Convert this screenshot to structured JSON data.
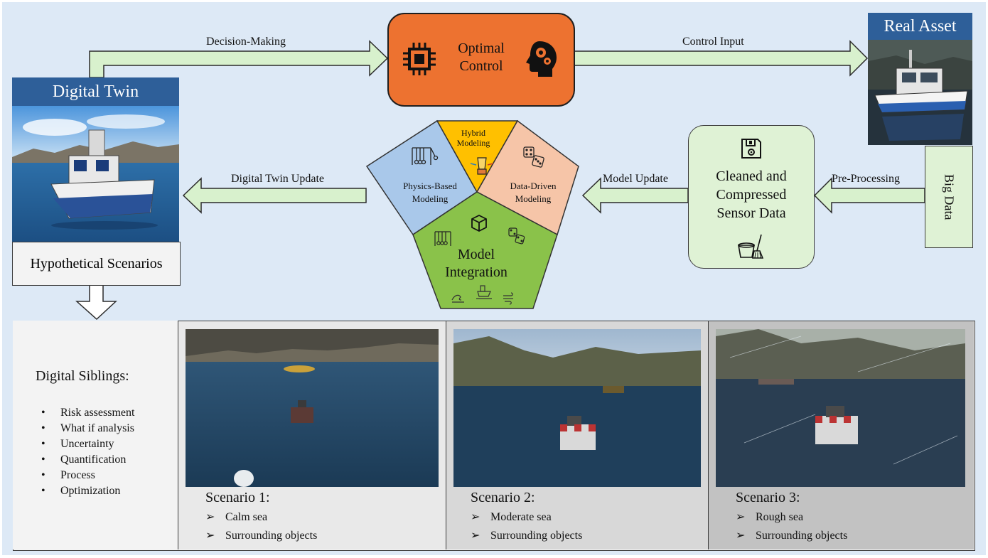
{
  "digital_twin": {
    "title": "Digital Twin"
  },
  "real_asset": {
    "title": "Real Asset"
  },
  "optimal_control": {
    "line1": "Optimal",
    "line2": "Control"
  },
  "arrows": {
    "decision_making": "Decision-Making",
    "control_input": "Control Input",
    "digital_twin_update": "Digital Twin Update",
    "model_update": "Model Update",
    "pre_processing": "Pre-Processing"
  },
  "pentagon": {
    "hybrid_line1": "Hybrid",
    "hybrid_line2": "Modeling",
    "physics_line1": "Physics-Based",
    "physics_line2": "Modeling",
    "data_line1": "Data-Driven",
    "data_line2": "Modeling",
    "integration_line1": "Model",
    "integration_line2": "Integration"
  },
  "sensor_data": {
    "line1": "Cleaned and",
    "line2": "Compressed",
    "line3": "Sensor Data"
  },
  "big_data": {
    "label": "Big Data"
  },
  "hypothetical": {
    "label": "Hypothetical Scenarios"
  },
  "digital_siblings": {
    "title": "Digital Siblings:",
    "items": [
      "Risk assessment",
      "What if analysis",
      "Uncertainty",
      "Quantification",
      "Process",
      "Optimization"
    ]
  },
  "scenarios": [
    {
      "title": "Scenario 1:",
      "items": [
        "Calm sea",
        "Surrounding objects"
      ]
    },
    {
      "title": "Scenario 2:",
      "items": [
        "Moderate sea",
        "Surrounding objects"
      ]
    },
    {
      "title": "Scenario 3:",
      "items": [
        "Rough sea",
        "Surrounding objects"
      ]
    }
  ],
  "bullet_glyph": "➢",
  "colors": {
    "background": "#dde9f6",
    "title_bar": "#2e5f99",
    "optimal_control": "#ed7230",
    "arrow_fill": "#d8f1cd",
    "sensor_box": "#dff2d5",
    "hybrid": "#ffc000",
    "physics": "#a9c8ea",
    "data_driven": "#f6c5a8",
    "integration": "#8ac24a"
  },
  "icons": [
    "chip-icon",
    "head-gears-icon",
    "floppy-disk-icon",
    "bucket-broom-icon",
    "newtons-cradle-icon",
    "dice-icon",
    "blender-icon",
    "cube-icon",
    "wave-icon",
    "ship-icon",
    "wind-icon"
  ]
}
